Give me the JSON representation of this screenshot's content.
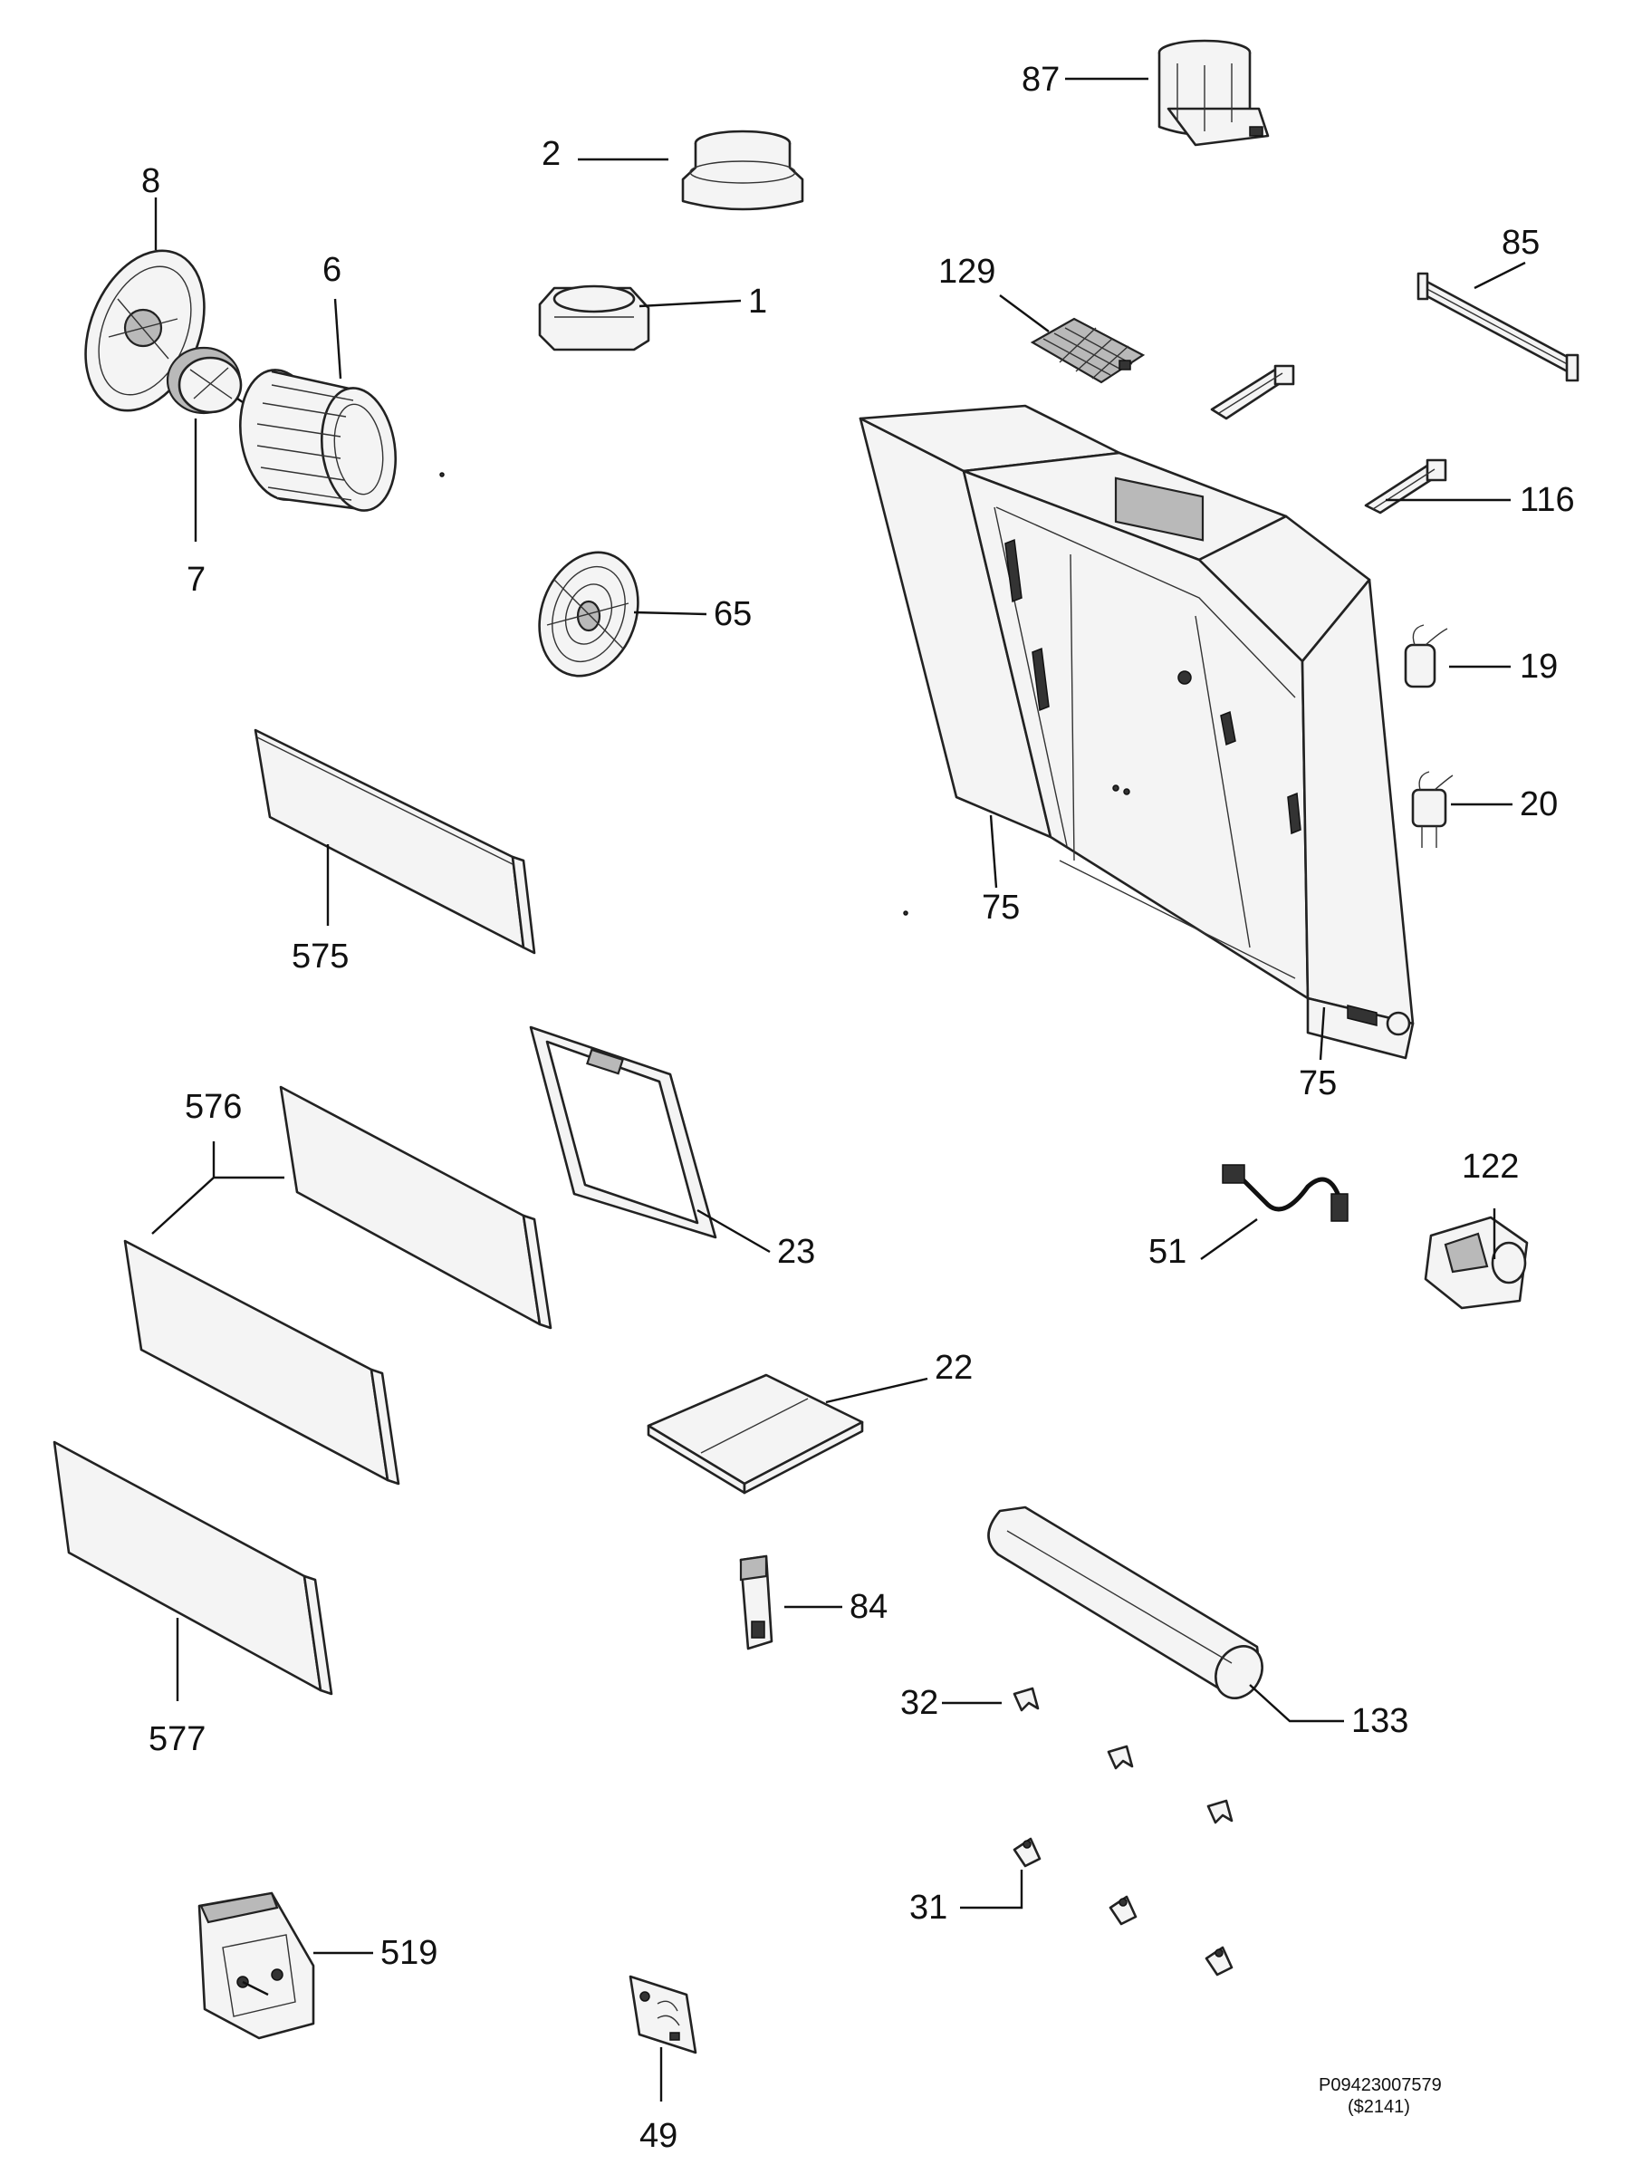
{
  "diagram": {
    "doc_ref_code": "P09423007579",
    "doc_ref_sub": "($2141)",
    "callouts": {
      "c1": "1",
      "c2": "2",
      "c6": "6",
      "c7": "7",
      "c8": "8",
      "c19": "19",
      "c20": "20",
      "c22": "22",
      "c23": "23",
      "c31": "31",
      "c32": "32",
      "c49": "49",
      "c51": "51",
      "c65": "65",
      "c75a": "75",
      "c75b": "75",
      "c84": "84",
      "c85": "85",
      "c87": "87",
      "c116": "116",
      "c122": "122",
      "c129": "129",
      "c133": "133",
      "c519": "519",
      "c575": "575",
      "c576": "576",
      "c577": "577"
    },
    "colors": {
      "line": "#111111",
      "part_fill": "#f4f4f4",
      "shade": "#b9b9b9"
    }
  }
}
